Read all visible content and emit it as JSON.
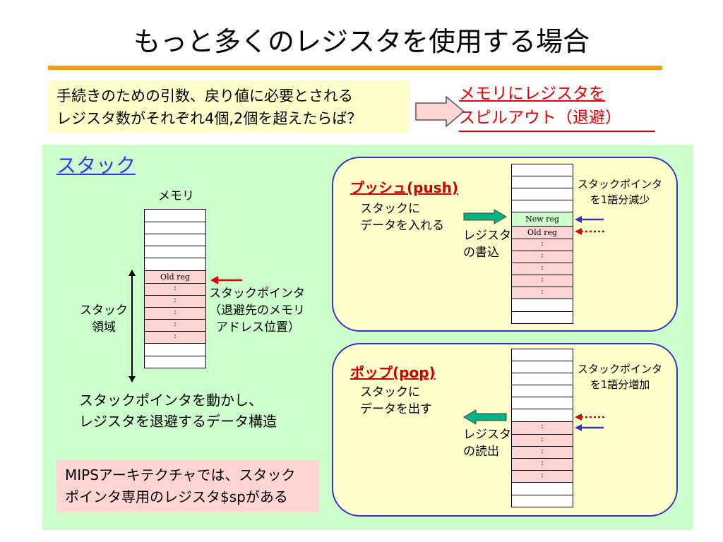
{
  "title": "もっと多くのレジスタを使用する場合",
  "colors": {
    "accent": "#f39c12",
    "red": "#e00000",
    "blue": "#3333ff",
    "panel_green": "#ccffcc",
    "note_yellow": "#ffffcc",
    "cell_pink": "#ffd4d4"
  },
  "intro": {
    "line1": "手続きのための引数、戻り値に必要とされる",
    "line2": "レジスタ数がそれぞれ4個,2個を超えたらば？"
  },
  "spill": {
    "line1": "メモリにレジスタを",
    "line2": "スピルアウト（退避）"
  },
  "stack": {
    "heading": "スタック",
    "memory_label": "メモリ",
    "old_reg": "Old reg",
    "dots": ":",
    "area_label_1": "スタック",
    "area_label_2": "領域",
    "sp_label_1": "スタックポインタ",
    "sp_label_2": "（退避先のメモリ",
    "sp_label_3": "アドレス位置）",
    "desc_1": "スタックポインタを動かし、",
    "desc_2": "レジスタを退避するデータ構造"
  },
  "mips_note": {
    "line1": "MIPSアーキテクチャでは、スタック",
    "line2": "ポインタ専用のレジスタ$spがある"
  },
  "push": {
    "title": "プッシュ(push)",
    "desc_1": "スタックに",
    "desc_2": "データを入れる",
    "action_1": "レジスタ",
    "action_2": "の書込",
    "new_reg": "New reg",
    "old_reg": "Old reg",
    "dots": ":",
    "sp_1": "スタックポインタ",
    "sp_2": "を1語分減少"
  },
  "pop": {
    "title": "ポップ(pop)",
    "desc_1": "スタックに",
    "desc_2": "データを出す",
    "action_1": "レジスタ",
    "action_2": "の読出",
    "dots": ":",
    "sp_1": "スタックポインタ",
    "sp_2": "を1語分増加"
  }
}
